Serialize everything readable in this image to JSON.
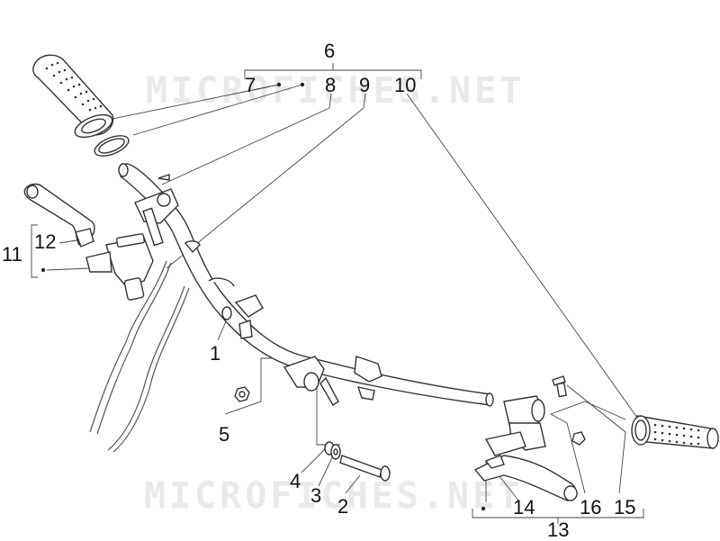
{
  "watermark_top": "MICROFICHES.NET",
  "watermark_bottom": "MICROFICHES.NET",
  "callouts": {
    "c1": "1",
    "c2": "2",
    "c3": "3",
    "c4": "4",
    "c5": "5",
    "c6": "6",
    "c7": "7",
    "c8": "8",
    "c9": "9",
    "c10": "10",
    "c11": "11",
    "c12": "12",
    "c13": "13",
    "c14": "14",
    "c15": "15",
    "c16": "16"
  }
}
